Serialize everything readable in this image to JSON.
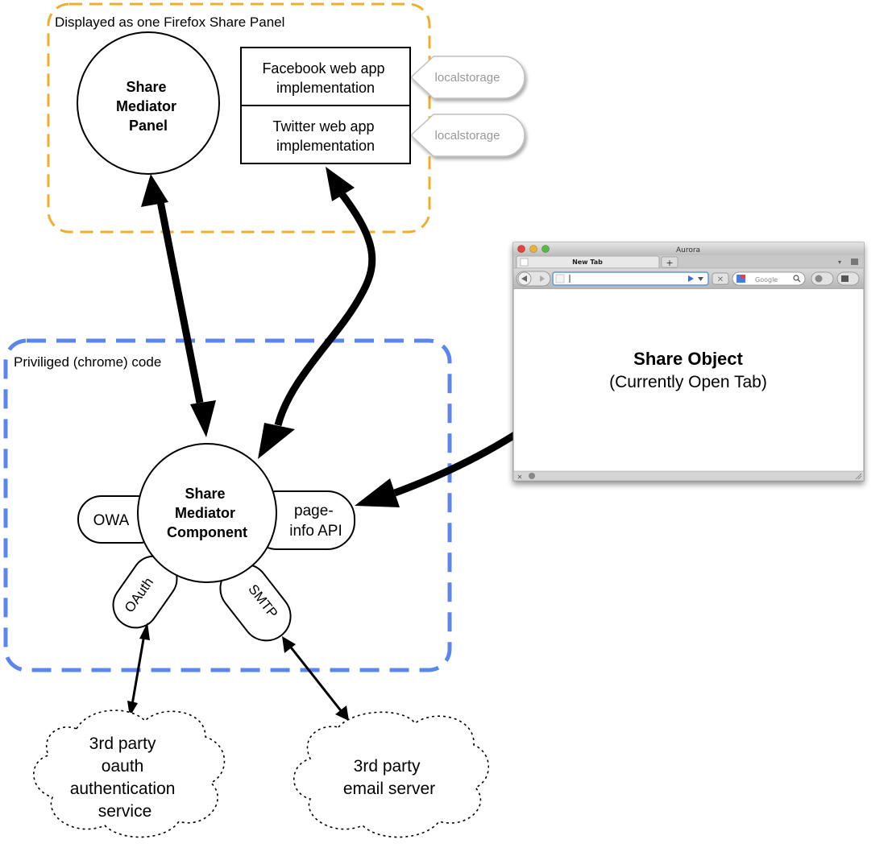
{
  "firefox_panel": {
    "label": "Displayed as one Firefox Share Panel",
    "mediator_panel": [
      "Share",
      "Mediator",
      "Panel"
    ],
    "facebook_app": [
      "Facebook web app",
      "implementation"
    ],
    "twitter_app": [
      "Twitter web app",
      "implementation"
    ],
    "storage_label": "localstorage"
  },
  "chrome_code": {
    "label": "Priviliged (chrome) code",
    "mediator_component": [
      "Share",
      "Mediator",
      "Component"
    ],
    "owa": "OWA",
    "page_info": [
      "page-",
      "info API"
    ],
    "oauth": "OAuth",
    "smtp": "SMTP"
  },
  "browser": {
    "window_title": "Aurora",
    "tab_label": "New Tab",
    "new_tab_symbol": "+",
    "search_placeholder": "Google",
    "share_object_title": "Share Object",
    "share_object_subtitle": "(Currently Open Tab)"
  },
  "clouds": {
    "oauth_service": [
      "3rd party",
      "oauth",
      "authentication",
      "service"
    ],
    "email_server": [
      "3rd party",
      "email server"
    ]
  },
  "colors": {
    "firefox_panel_border": "#f0ad2c",
    "chrome_code_border": "#5b86ee",
    "window_close": "#e2453f",
    "window_minimize": "#e8b23a",
    "window_zoom": "#5cb844"
  }
}
